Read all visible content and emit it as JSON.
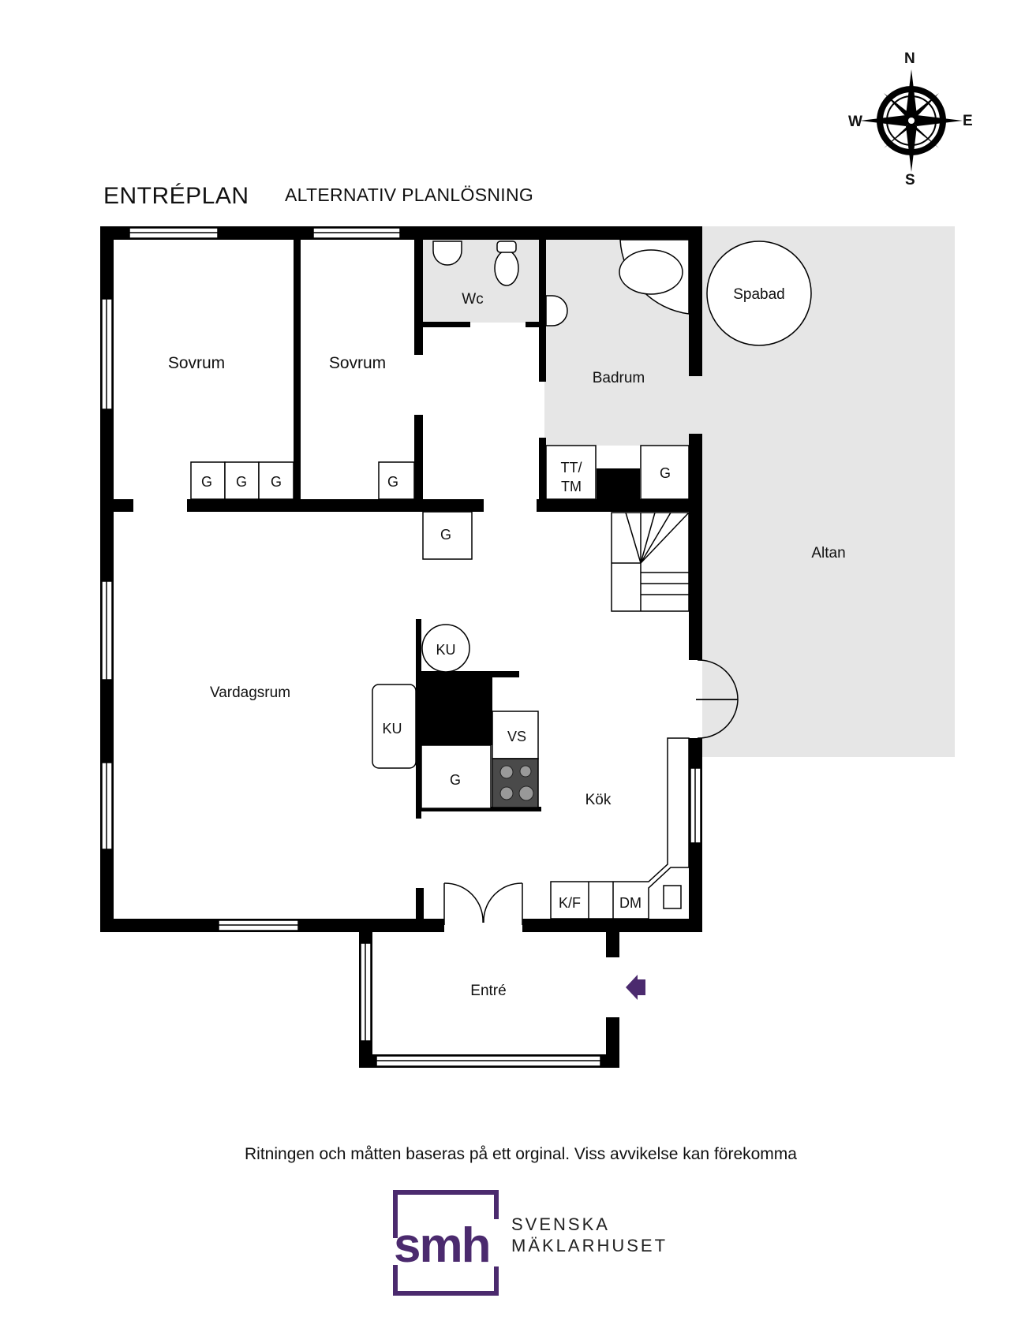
{
  "heading": {
    "level": "ENTRÉPLAN",
    "variant": "ALTERNATIV PLANLÖSNING"
  },
  "compass": {
    "n": "N",
    "s": "S",
    "e": "E",
    "w": "W"
  },
  "rooms": {
    "sovrum_1": "Sovrum",
    "sovrum_2": "Sovrum",
    "wc": "Wc",
    "badrum": "Badrum",
    "spabad": "Spabad",
    "altan": "Altan",
    "vardagsrum": "Vardagsrum",
    "kok": "Kök",
    "entre": "Entré"
  },
  "fixtures": {
    "garderob": "G",
    "kyl_upper": "KU",
    "tt_tm_line1": "TT/",
    "tt_tm_line2": "TM",
    "vs": "VS",
    "kf": "K/F",
    "dm": "DM"
  },
  "footer": {
    "disclaimer": "Ritningen och måtten baseras på ett orginal. Viss avvikelse kan förekomma"
  },
  "brand": {
    "mark": "smh",
    "line1": "SVENSKA",
    "line2": "MÄKLARHUSET",
    "color": "#4b2a6e"
  },
  "colors": {
    "wall": "#000000",
    "tile_floor": "#e6e6e6",
    "entrance_arrow": "#4b2a6e"
  }
}
